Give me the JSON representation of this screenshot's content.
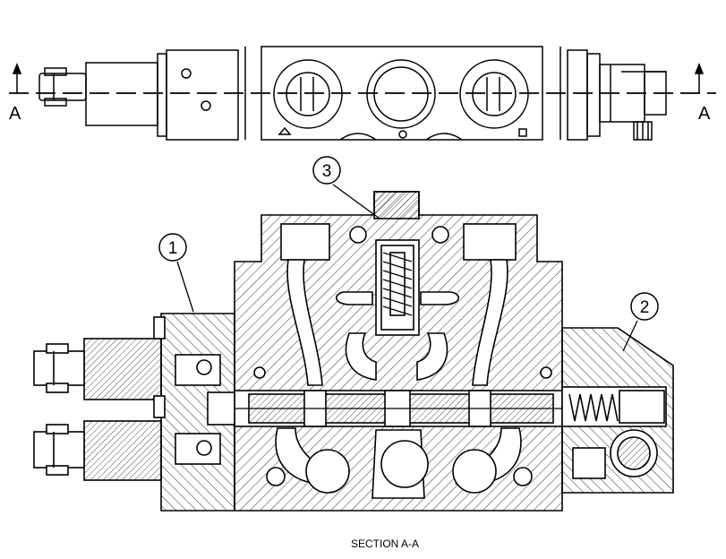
{
  "section_marker_left": "A",
  "section_marker_right": "A",
  "callouts": [
    "1",
    "2",
    "3"
  ],
  "caption": "SECTION A-A",
  "colors": {
    "ink": "#000000",
    "paper": "#ffffff"
  }
}
